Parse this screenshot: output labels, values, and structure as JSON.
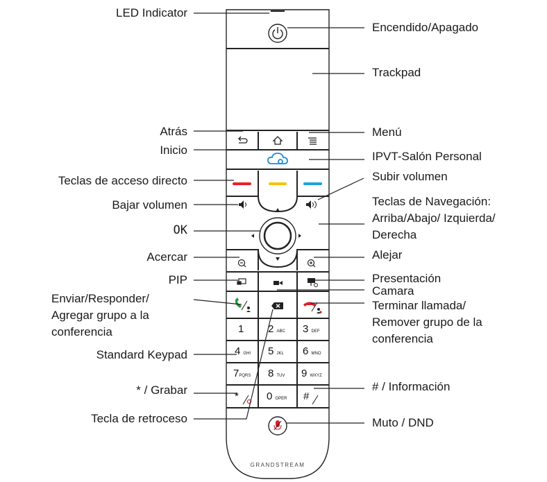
{
  "labels": {
    "led_indicator": "LED Indicator",
    "power": "Encendido/Apagado",
    "trackpad": "Trackpad",
    "back": "Atrás",
    "menu": "Menú",
    "home": "Inicio",
    "ipvt": "IPVT-Salón Personal",
    "shortcut_keys": "Teclas de acceso directo",
    "volume_up": "Subir volumen",
    "volume_down": "Bajar volumen",
    "navigation_keys": [
      "Teclas de Navegación:",
      "Arriba/Abajo/ Izquierda/",
      "Derecha"
    ],
    "ok": "OK",
    "zoom_in": "Acercar",
    "zoom_out": "Alejar",
    "pip": "PIP",
    "presentation": "Presentación",
    "camera": "Camara",
    "send_answer": [
      "Enviar/Responder/",
      "Agregar grupo a la",
      "conferencia"
    ],
    "end_call": [
      "Terminar llamada/",
      "Remover grupo de la",
      "conferencia"
    ],
    "standard_keypad": "Standard Keypad",
    "star_record": "* / Grabar",
    "hash_info": "# / Información",
    "backspace": "Tecla de retroceso",
    "mute_dnd": "Muto / DND"
  },
  "keypad": [
    {
      "digit": "1",
      "letters": ""
    },
    {
      "digit": "2",
      "letters": "ABC"
    },
    {
      "digit": "3",
      "letters": "DEF"
    },
    {
      "digit": "4",
      "letters": "GHI"
    },
    {
      "digit": "5",
      "letters": "JKL"
    },
    {
      "digit": "6",
      "letters": "MNO"
    },
    {
      "digit": "7",
      "letters": "PQRS"
    },
    {
      "digit": "8",
      "letters": "TUV"
    },
    {
      "digit": "9",
      "letters": "WXYZ"
    },
    {
      "digit": "*",
      "letters": ""
    },
    {
      "digit": "0",
      "letters": "OPER"
    },
    {
      "digit": "#",
      "letters": ""
    }
  ],
  "brand": "GRANDSTREAM",
  "colors": {
    "red_key": "#e8202a",
    "yellow_key": "#f5c400",
    "blue_key": "#1aa3e0",
    "cloud_icon": "#1a8fd8",
    "answer_green": "#1a9a3a",
    "end_red": "#d8202a"
  }
}
